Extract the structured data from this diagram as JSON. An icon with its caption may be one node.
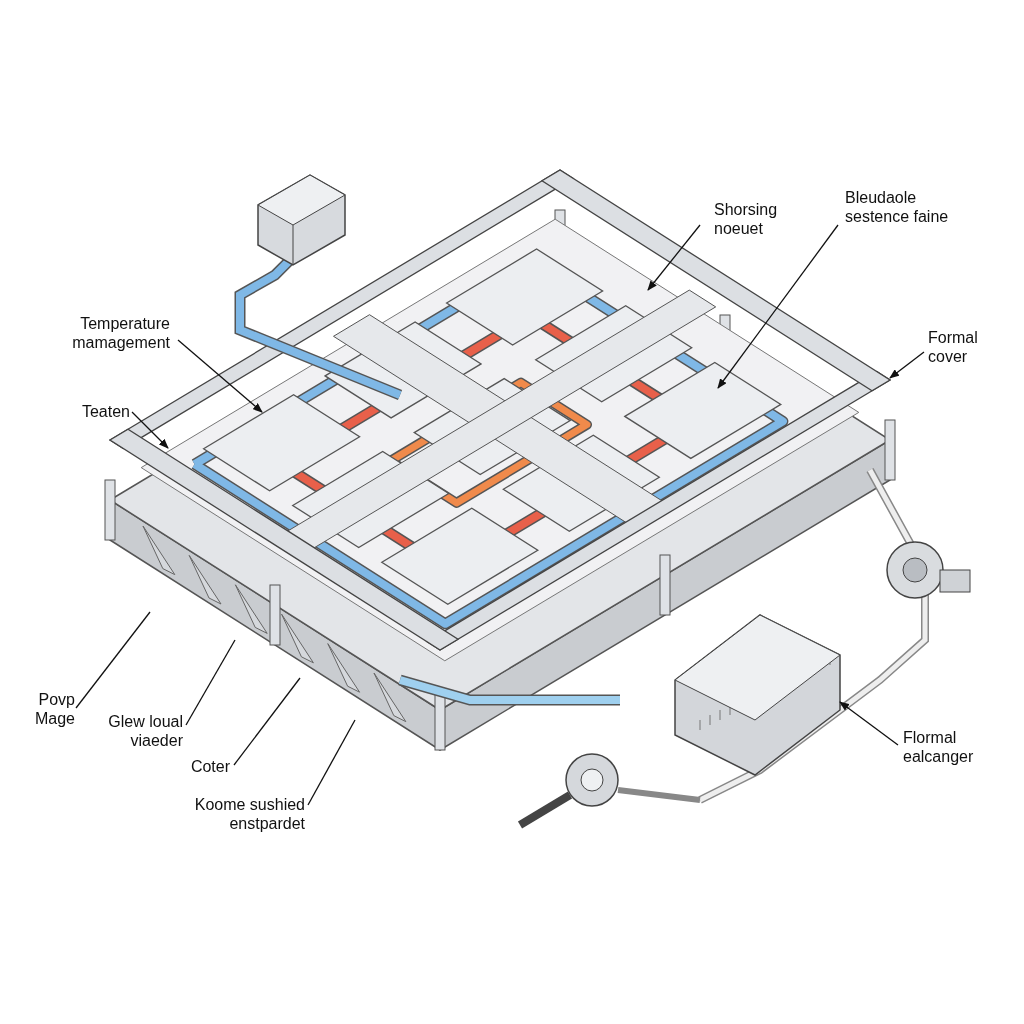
{
  "diagram": {
    "nodes": [
      {
        "text": [
          "Shorsing noeuet"
        ]
      },
      {
        "text": [
          "Bleudaole sestence faine"
        ]
      },
      {
        "text": [
          "Temperature mamagement"
        ]
      },
      {
        "text": [
          "Formal cover"
        ]
      },
      {
        "text": [
          "Teaten"
        ]
      },
      {
        "text": [
          "Povp Mage"
        ]
      },
      {
        "text": [
          "Glew loual viaeder"
        ]
      },
      {
        "text": [
          "Coter"
        ]
      },
      {
        "text": [
          "Koome sushied enstpardet"
        ]
      },
      {
        "text": [
          "Flormal ealcanger"
        ]
      }
    ],
    "edges": [
      {
        "from": 0,
        "to": null,
        "arrow": "to"
      },
      {
        "from": 1,
        "to": null,
        "arrow": "to"
      },
      {
        "from": 2,
        "to": null,
        "arrow": "to"
      },
      {
        "from": 3,
        "to": null,
        "arrow": "to"
      },
      {
        "from": 4,
        "to": null,
        "arrow": "to"
      },
      {
        "from": 5,
        "to": null,
        "arrow": "none"
      },
      {
        "from": 6,
        "to": null,
        "arrow": "none"
      },
      {
        "from": 7,
        "to": null,
        "arrow": "none"
      },
      {
        "from": 8,
        "to": null,
        "arrow": "none"
      },
      {
        "from": 9,
        "to": null,
        "arrow": "to"
      }
    ]
  }
}
